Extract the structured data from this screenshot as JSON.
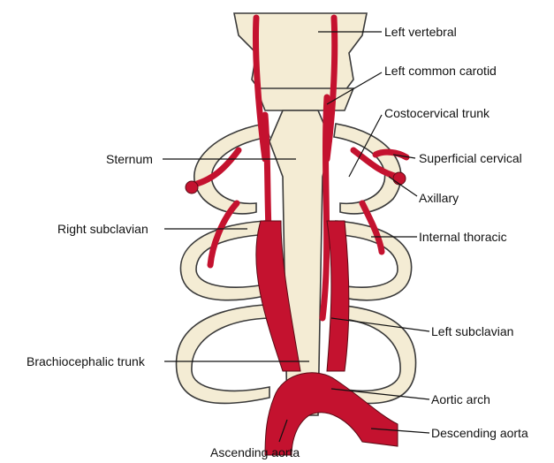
{
  "labels": {
    "left_vertebral": "Left vertebral",
    "left_common_carotid": "Left common carotid",
    "costocervical_trunk": "Costocervical trunk",
    "superficial_cervical": "Superficial cervical",
    "axillary": "Axillary",
    "internal_thoracic": "Internal thoracic",
    "sternum": "Sternum",
    "right_subclavian": "Right subclavian",
    "left_subclavian": "Left subclavian",
    "brachiocephalic_trunk": "Brachiocephalic trunk",
    "aortic_arch": "Aortic arch",
    "descending_aorta": "Descending aorta",
    "ascending_aorta": "Ascending aorta"
  },
  "colors": {
    "artery": "#c4122f",
    "bone": "#f4ecd4"
  }
}
